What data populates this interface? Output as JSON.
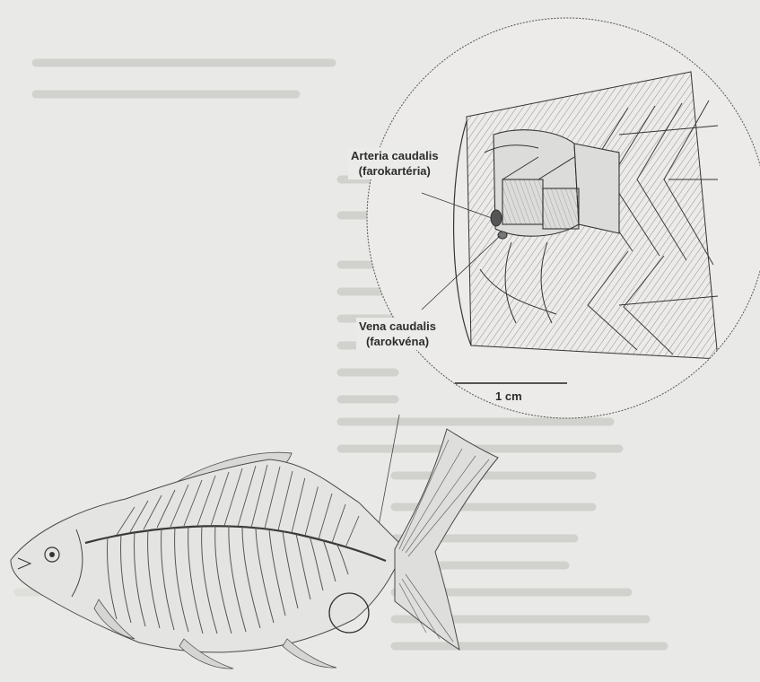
{
  "labels": {
    "artery": {
      "latin": "Arteria caudalis",
      "hungarian": "(farokartéria)"
    },
    "vein": {
      "latin": "Vena caudalis",
      "hungarian": "(farokvéna)"
    }
  },
  "scale_bar": {
    "label": "1 cm"
  },
  "colors": {
    "background": "#e9e9e7",
    "ink": "#2d2d2d",
    "faint_text": "#c9c9c6"
  },
  "icons": [
    "fish-skeleton-illustration",
    "tail-cross-section-magnified"
  ]
}
